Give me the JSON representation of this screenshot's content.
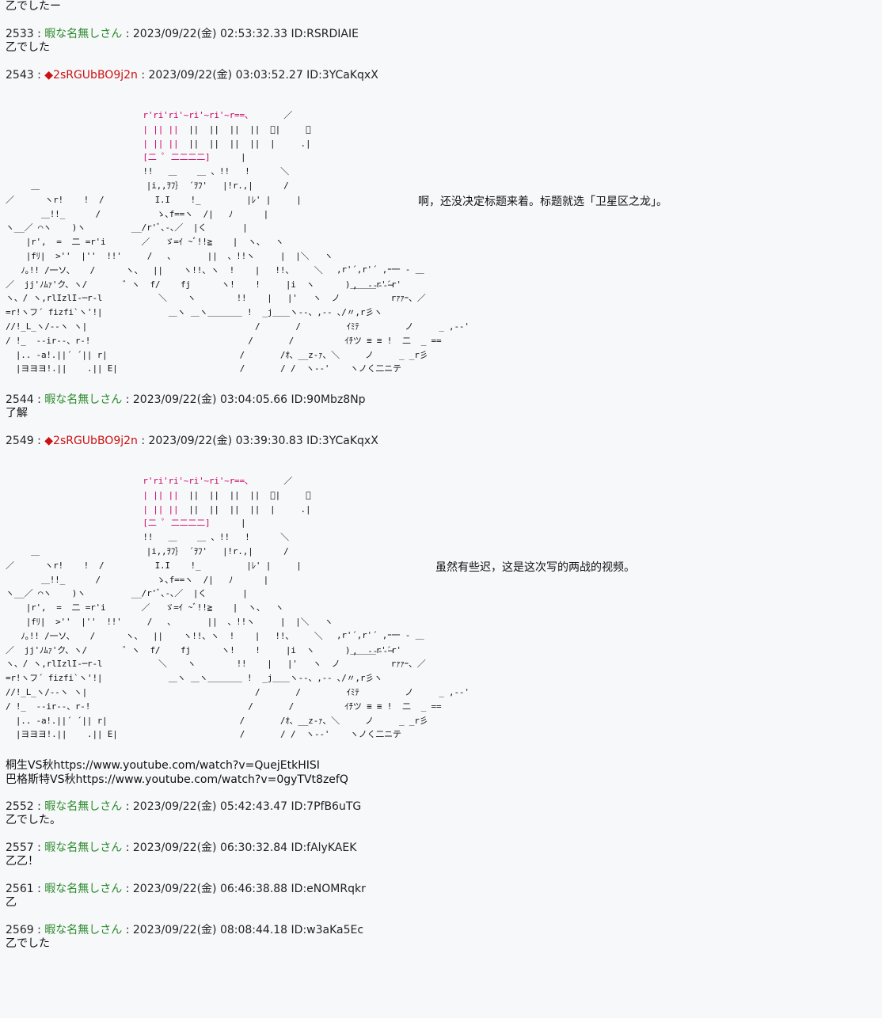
{
  "top_line": "乙でしたー",
  "posts": [
    {
      "num": "2533",
      "sep": " : ",
      "name": "暇な名無しさん",
      "name_type": "anon",
      "meta": " : 2023/09/22(金) 02:53:32.33 ID:RSRDIAIE",
      "body": "乙でした"
    },
    {
      "num": "2543",
      "sep": " : ",
      "name": "◆2sRGUbBO9j2n",
      "name_type": "trip",
      "meta": " : 2023/09/22(金) 03:03:52.27 ID:3YCaKqxX",
      "side_text": "啊，还没决定标题来着。标题就选「卫星区之龙」。"
    },
    {
      "num": "2544",
      "sep": " : ",
      "name": "暇な名無しさん",
      "name_type": "anon",
      "meta": " : 2023/09/22(金) 03:04:05.66 ID:90Mbz8Np",
      "body": "了解"
    },
    {
      "num": "2549",
      "sep": " : ",
      "name": "◆2sRGUbBO9j2n",
      "name_type": "trip",
      "meta": " : 2023/09/22(金) 03:39:30.83 ID:3YCaKqxX",
      "side_text": "虽然有些迟，这是这次写的两战的视频。",
      "links": [
        "桐生VS秋https://www.youtube.com/watch?v=QuejEtkHISI",
        "巴格斯特VS秋https://www.youtube.com/watch?v=0gyTVt8zefQ"
      ]
    },
    {
      "num": "2552",
      "sep": " : ",
      "name": "暇な名無しさん",
      "name_type": "anon",
      "meta": " : 2023/09/22(金) 05:42:43.47 ID:7PfB6uTG",
      "body": "乙でした。"
    },
    {
      "num": "2557",
      "sep": " : ",
      "name": "暇な名無しさん",
      "name_type": "anon",
      "meta": " : 2023/09/22(金) 06:30:32.84 ID:fAlyKAEK",
      "body": "乙乙！"
    },
    {
      "num": "2561",
      "sep": " : ",
      "name": "暇な名無しさん",
      "name_type": "anon",
      "meta": " : 2023/09/22(金) 06:46:38.88 ID:eNOMRqkr",
      "body": "乙"
    },
    {
      "num": "2569",
      "sep": " : ",
      "name": "暇な名無しさん",
      "name_type": "anon",
      "meta": " : 2023/09/22(金) 08:08:44.18 ID:w3aKa5Ec",
      "body": "乙でした"
    }
  ],
  "ascii_art": {
    "pink_lines": [
      "r'ri'ri'~ri'~ri'~r==、",
      "| || ||  ||  ||  ||  ||  ﾟ|",
      "| || ||  ||  ||  ||  ||  |",
      "[二 ﾟ 二二二二]"
    ],
    "lines": [
      "                           r'ri'ri'~ri'~ri'~r==、      ／",
      "                           | || ||  ||  ||  ||  ||  ﾟ|     ／",
      "                           | || ||  ||  ||  ||  ||  |     .|",
      "                           [二 ﾟ 二二二二]      |",
      "                           !!   ＿    ＿ 、!!   !      ＼",
      "     ＿                     |i,,ｦﾌ｝ ´ｦﾌ'   |!r.,|      /",
      "／      ヽr!    !  /          I.I    !_         |ﾚ' |     |",
      "       ＿!!_      /           ゝ､f==ヽ  /|   ﾉ      |",
      "ヽ__／ ⌒ヽ    )ヽ         __/r'ﾞ､-､／  |く       |",
      "    |r',  =  二 =r'i       ／   ゞ=ｲ ~ﾞ!!≧    |  ヽ、  ヽ",
      "    |fﾘ|  >''  |''  !!'     /   ､       ||  、!!ヽ     |  |＼   ヽ",
      "   ﾉ｡!! /一ソ、   /      ヽ、  ||    ヽ!!、ヽ  !    |   !!、    ＼",
      "／  jj'ﾉﾑｧ'ク、ヽ/       ゛ヽ  f/    fj      ヽ!    !     |i  ヽ      )＿＿＿r'´r'",
      "ヽ、/ ヽ,rlIzlI-─r-l           ＼    ヽ        !!    |   |'   ヽ  ノ          rｧｧｰ、／",
      "=r!ヽフ´ fizfi`ヽ'!|             ＿ヽ ＿ヽ＿＿＿＿ !  _j＿＿ヽ--、,-- ､/〃,r彡ヽ",
      "//!_L_ヽ/--ヽ ヽ|                                 /       /         ｲﾐﾃ         ノ     _ ,--'",
      "/ !_  ‐-ir--、r-!                               /       /          ｲﾁツ ≡ ≡ !  二  _ ==",
      "  |.. -a!.||´ ´|| r|                          /       /ｵ、__z-ｧ、＼     ノ     _ _r彡",
      "  |ヨヨヨ!.||    .|| E|                        /       / /  ヽ--'    ヽノく二ニテ"
    ],
    "right_fragments": [
      ",r'´,r'´ ,ｰ一 ‐ ＿",
      ",  -‐--─"
    ]
  }
}
